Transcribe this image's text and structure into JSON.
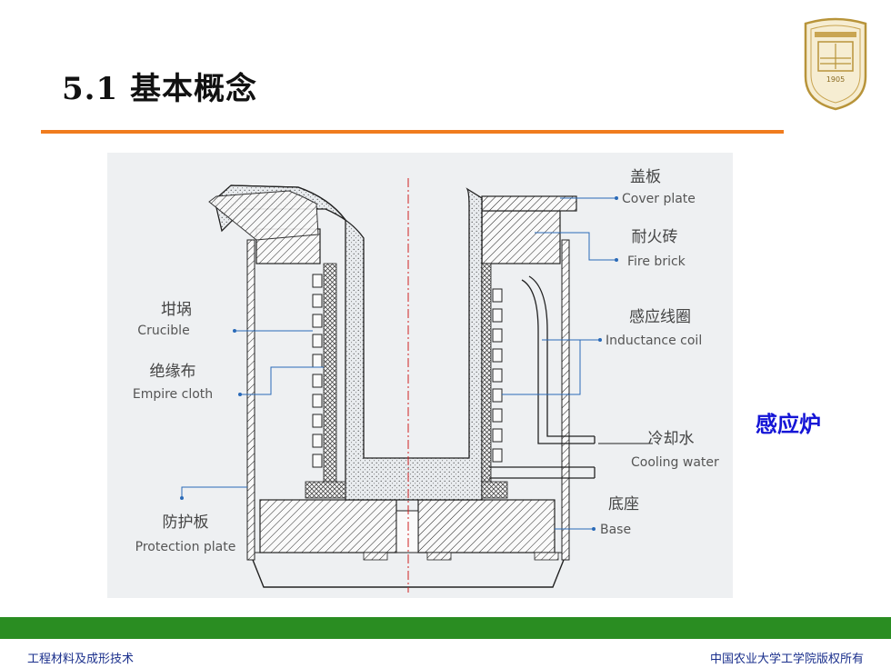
{
  "slide": {
    "title": "5.1  基本概念",
    "side_label": "感应炉",
    "footer_left": "工程材料及成形技术",
    "footer_right": "中国农业大学工学院版权所有"
  },
  "emblem": {
    "year": "1905"
  },
  "diagram": {
    "labels": {
      "cover_plate_cn": "盖板",
      "cover_plate_en": "Cover plate",
      "fire_brick_cn": "耐火砖",
      "fire_brick_en": "Fire brick",
      "crucible_cn": "坩埚",
      "crucible_en": "Crucible",
      "inductance_coil_cn": "感应线圈",
      "inductance_coil_en": "Inductance coil",
      "empire_cloth_cn": "绝缘布",
      "empire_cloth_en": "Empire cloth",
      "cooling_water_cn": "冷却水",
      "cooling_water_en": "Cooling water",
      "base_cn": "底座",
      "base_en": "Base",
      "protection_plate_cn": "防护板",
      "protection_plate_en": "Protection plate"
    },
    "colors": {
      "line": "#1a1a1a",
      "leader": "#2a6ab8",
      "text": "#444444"
    }
  }
}
